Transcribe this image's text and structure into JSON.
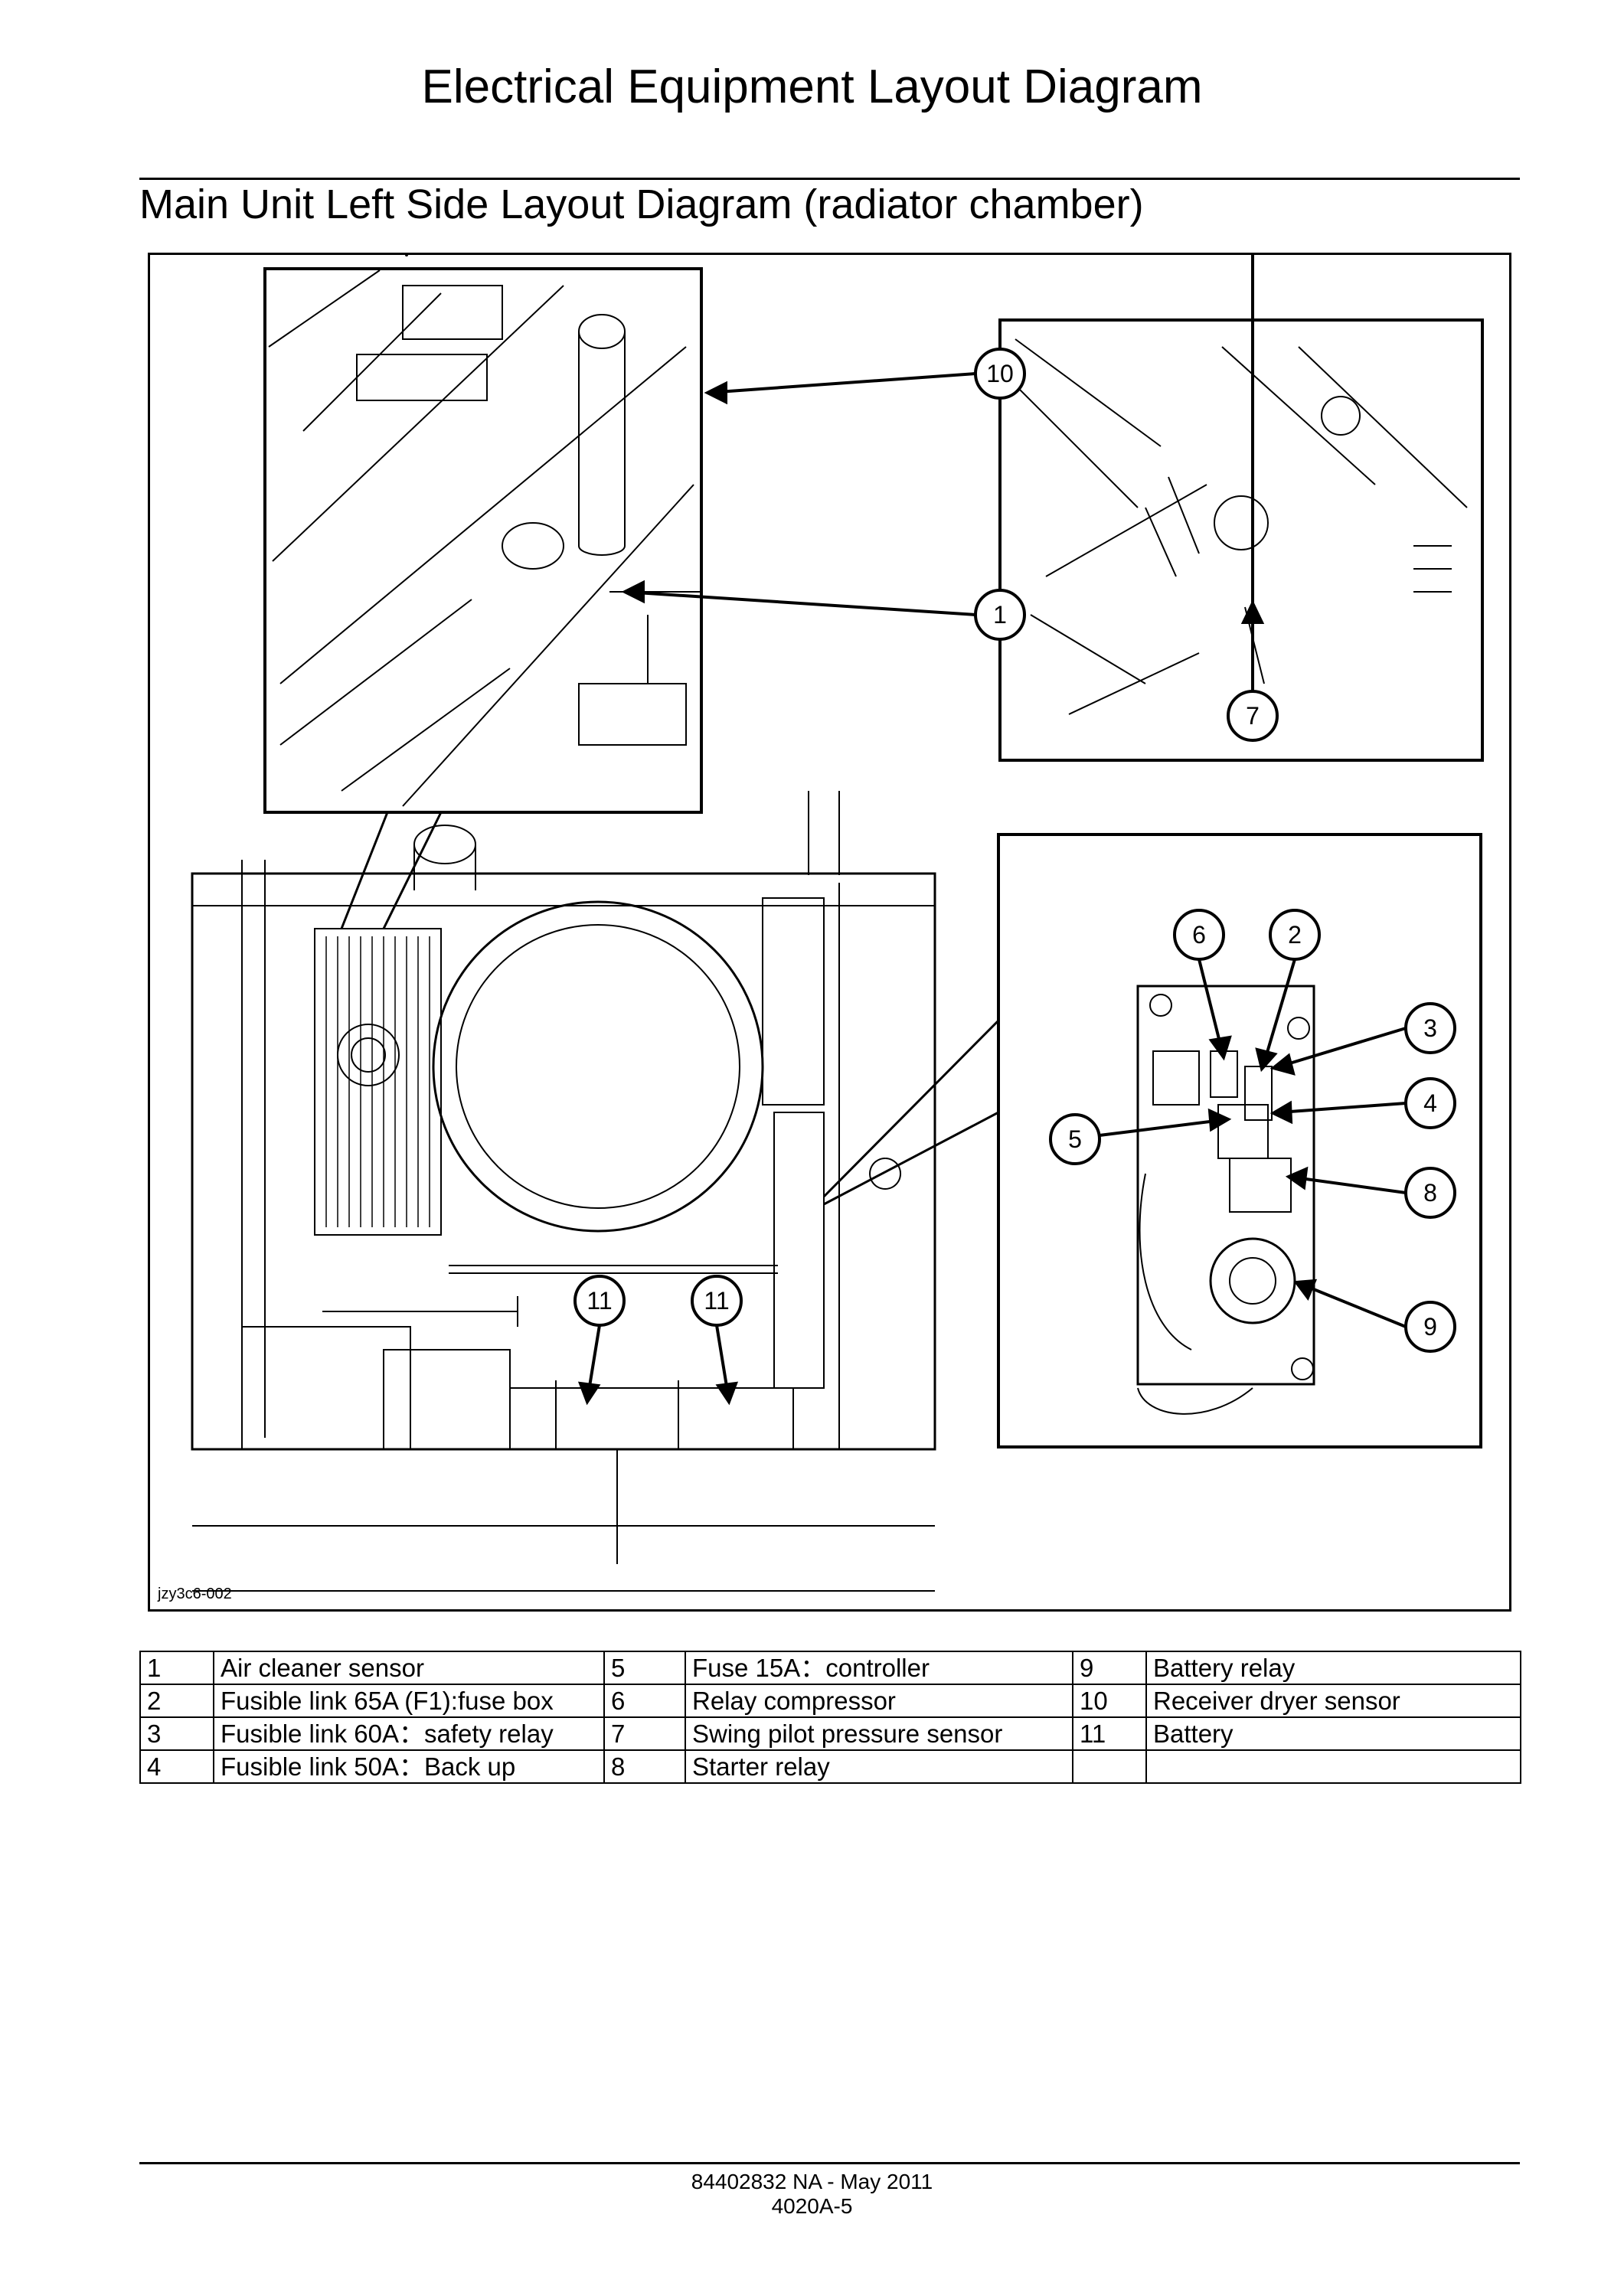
{
  "page_title": "Electrical Equipment Layout Diagram",
  "section_title": "Main Unit Left Side Layout Diagram (radiator chamber)",
  "figure": {
    "code": "jzy3c6-002",
    "callouts": {
      "c10": "10",
      "c1": "1",
      "c7": "7",
      "c6": "6",
      "c2": "2",
      "c3": "3",
      "c4": "4",
      "c5": "5",
      "c8": "8",
      "c9": "9",
      "c11a": "11",
      "c11b": "11"
    }
  },
  "legend": [
    [
      {
        "n": "1",
        "label": "Air cleaner sensor"
      },
      {
        "n": "5",
        "label": "Fuse 15A：controller"
      },
      {
        "n": "9",
        "label": "Battery relay"
      }
    ],
    [
      {
        "n": "2",
        "label": "Fusible link 65A (F1):fuse box"
      },
      {
        "n": "6",
        "label": "Relay compressor"
      },
      {
        "n": "10",
        "label": "Receiver dryer sensor"
      }
    ],
    [
      {
        "n": "3",
        "label": "Fusible link 60A：safety relay"
      },
      {
        "n": "7",
        "label": "Swing pilot pressure sensor"
      },
      {
        "n": "11",
        "label": "Battery"
      }
    ],
    [
      {
        "n": "4",
        "label": "Fusible link 50A：Back up"
      },
      {
        "n": "8",
        "label": "Starter relay"
      },
      {
        "n": "",
        "label": ""
      }
    ]
  ],
  "footer": {
    "doc_number": "84402832 NA - May 2011",
    "page_number": "4020A-5"
  }
}
